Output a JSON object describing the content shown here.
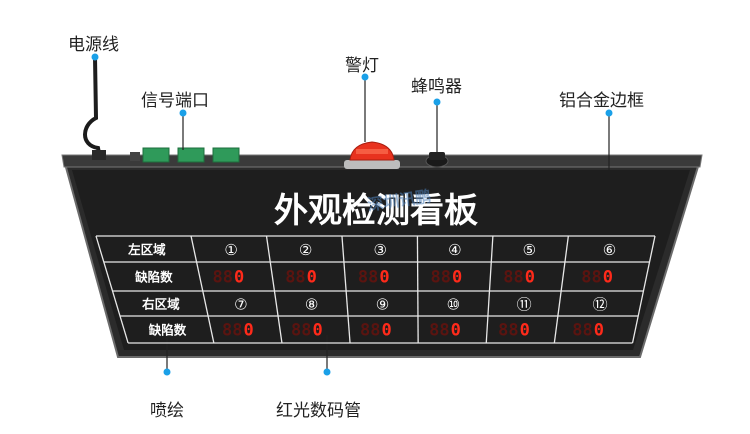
{
  "callouts": {
    "power_cable": "电源线",
    "signal_port": "信号端口",
    "warning_light": "警灯",
    "buzzer": "蜂鸣器",
    "aluminum_frame": "铝合金边框",
    "spray_paint": "喷绘",
    "led_digit_tube": "红光数码管"
  },
  "board": {
    "title": "外观检测看板",
    "watermark": "深圳讯鹏",
    "row_labels": [
      "左区域",
      "缺陷数",
      "右区域",
      "缺陷数"
    ],
    "top_zones": [
      "①",
      "②",
      "③",
      "④",
      "⑤",
      "⑥"
    ],
    "bottom_zones": [
      "⑦",
      "⑧",
      "⑨",
      "⑩",
      "⑪",
      "⑫"
    ],
    "top_digit_values": [
      "0",
      "0",
      "0",
      "0",
      "0",
      "0"
    ],
    "bottom_digit_values": [
      "0",
      "0",
      "0",
      "0",
      "0",
      "0"
    ],
    "unlit_digits": "88"
  },
  "colors": {
    "callout_dot": "#1aa0e8",
    "board_face": "#1e1e1e",
    "led_red": "#ff2a1a",
    "warning_light": "#e8321e"
  }
}
